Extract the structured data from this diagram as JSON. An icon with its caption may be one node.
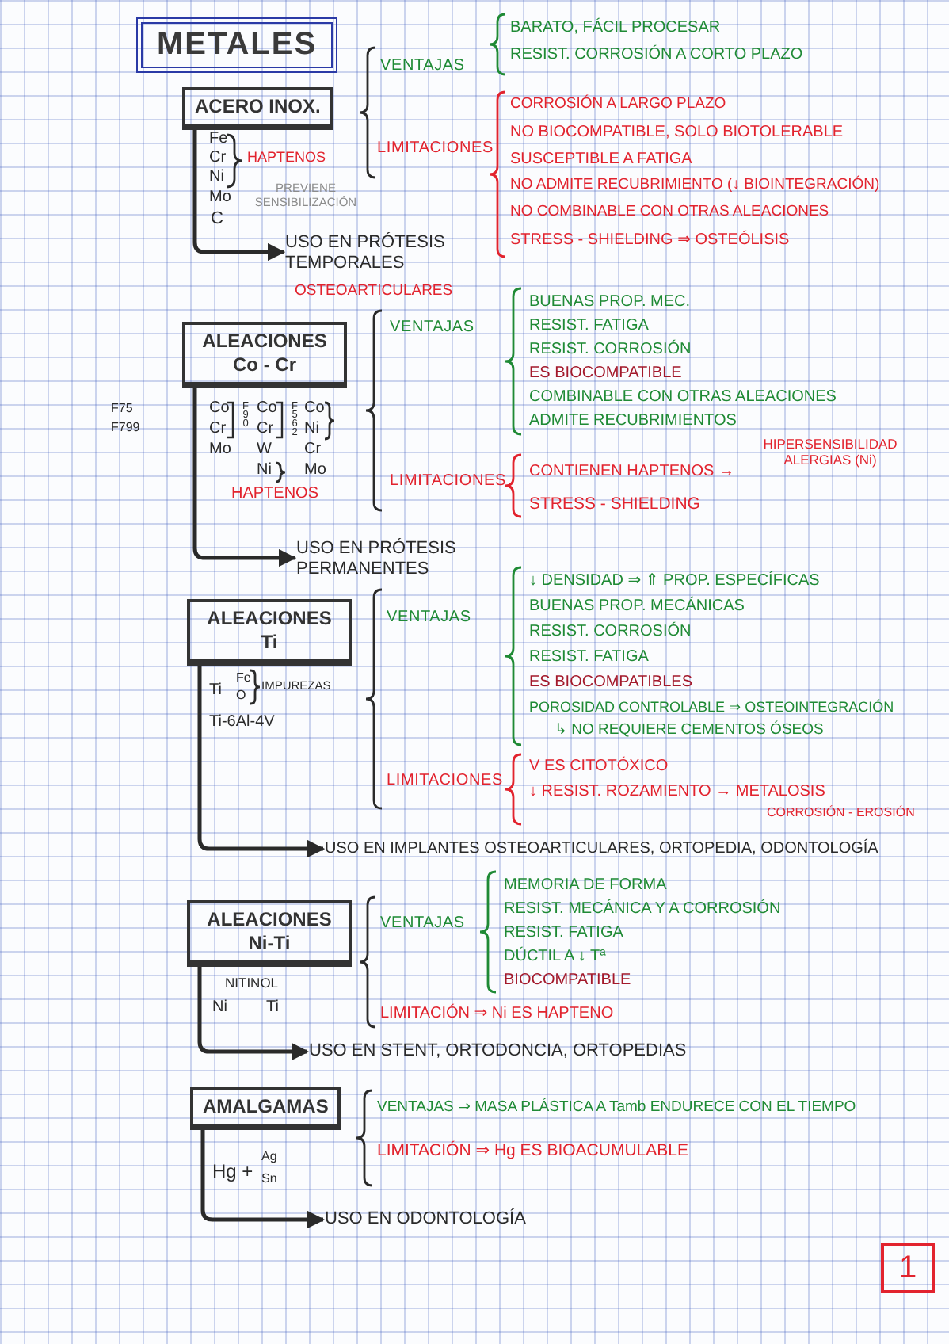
{
  "diagram": {
    "title": "METALES",
    "nodes": [
      {
        "text": [
          "ACERO INOX."
        ]
      },
      {
        "text": [
          "USO EN PRÓTESIS TEMPORALES",
          "OSTEOARTICULARES"
        ]
      },
      {
        "text": [
          "ALEACIONES Co - Cr"
        ]
      },
      {
        "text": [
          "USO EN PRÓTESIS PERMANENTES"
        ]
      },
      {
        "text": [
          "ALEACIONES Ti"
        ]
      },
      {
        "text": [
          "USO EN IMPLANTES OSTEOARTICULARES, ORTOPEDIA, ODONTOLOGÍA"
        ]
      },
      {
        "text": [
          "ALEACIONES Ni-Ti"
        ]
      },
      {
        "text": [
          "USO EN STENT, ORTODONCIA, ORTOPEDIAS"
        ]
      },
      {
        "text": [
          "AMALGAMAS"
        ]
      },
      {
        "text": [
          "USO EN ODONTOLOGÍA"
        ]
      },
      {
        "text": [
          "1"
        ]
      }
    ],
    "edges": [
      {
        "from": 0,
        "to": 1,
        "arrow": "to"
      },
      {
        "from": 2,
        "to": 3,
        "arrow": "to"
      },
      {
        "from": 4,
        "to": 5,
        "arrow": "to"
      },
      {
        "from": 6,
        "to": 7,
        "arrow": "to"
      },
      {
        "from": 8,
        "to": 9,
        "arrow": "to"
      }
    ],
    "labels": [
      "Fe",
      "Cr",
      "Ni",
      "HAPTENOS",
      "Mo",
      "PREVIENE SENSIBILIZACIÓN",
      "C",
      "VENTAJAS",
      "BARATO, FÁCIL PROCESAR",
      "RESIST. CORROSIÓN A CORTO PLAZO",
      "LIMITACIONES",
      "CORROSIÓN A LARGO PLAZO",
      "NO BIOCOMPATIBLE, SOLO BIOTOLERABLE",
      "SUSCEPTIBLE A FATIGA",
      "NO ADMITE RECUBRIMIENTO (↓ BIOINTEGRACIÓN)",
      "NO COMBINABLE CON OTRAS ALEACIONES",
      "STRESS - SHIELDING ⇒ OSTEÓLISIS",
      "F75",
      "F799",
      "Co",
      "Cr",
      "Mo",
      "F90",
      "Co",
      "Cr",
      "W",
      "Ni",
      "F562",
      "Co",
      "Ni",
      "Cr",
      "Mo",
      "HAPTENOS",
      "VENTAJAS",
      "BUENAS PROP. MEC.",
      "RESIST. FATIGA",
      "RESIST. CORROSIÓN",
      "ES BIOCOMPATIBLE",
      "COMBINABLE CON OTRAS ALEACIONES",
      "ADMITE RECUBRIMIENTOS",
      "LIMITACIONES",
      "CONTIENEN HAPTENOS →",
      "HIPERSENSIBILIDAD ALERGIAS (Ni)",
      "STRESS - SHIELDING",
      "Ti",
      "Fe",
      "O",
      "IMPUREZAS",
      "Ti-6Al-4V",
      "VENTAJAS",
      "↓ DENSIDAD ⇒ ⇑ PROP. ESPECÍFICAS",
      "BUENAS PROP. MECÁNICAS",
      "RESIST. CORROSIÓN",
      "RESIST. FATIGA",
      "ES BIOCOMPATIBLES",
      "POROSIDAD CONTROLABLE ⇒ OSTEOINTEGRACIÓN",
      "↳ NO REQUIERE CEMENTOS ÓSEOS",
      "LIMITACIONES",
      "V ES CITOTÓXICO",
      "↓ RESIST. ROZAMIENTO → METALOSIS",
      "CORROSIÓN - EROSIÓN",
      "NITINOL",
      "Ni",
      "Ti",
      "VENTAJAS",
      "MEMORIA DE FORMA",
      "RESIST. MECÁNICA Y A CORROSIÓN",
      "RESIST. FATIGA",
      "DÚCTIL A ↓ Tª",
      "BIOCOMPATIBLE",
      "LIMITACIÓN ⇒ Ni ES HAPTENO",
      "Hg +",
      "Ag",
      "Sn",
      "VENTAJAS ⇒ MASA PLÁSTICA A Tamb ENDURECE CON EL TIEMPO",
      "LIMITACIÓN ⇒ Hg ES BIOACUMULABLE"
    ]
  }
}
